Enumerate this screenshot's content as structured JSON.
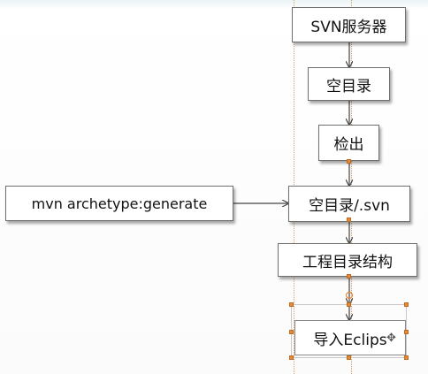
{
  "diagram": {
    "nodes": {
      "svn_server": "SVN服务器",
      "empty_dir": "空目录",
      "checkout": "检出",
      "mvn_cmd": "mvn archetype:generate",
      "empty_dir_svn": "空目录/.svn",
      "project_dir": "工程目录结构",
      "import_eclipse": "导入Eclips"
    },
    "colors": {
      "node_border": "#6f6f6f",
      "arrow": "#444444",
      "selection_handle": "#e58a3a",
      "guide_line": "#e0a065"
    },
    "icons": {
      "move_cursor": "✥",
      "selection_anchor": "⊕"
    }
  }
}
